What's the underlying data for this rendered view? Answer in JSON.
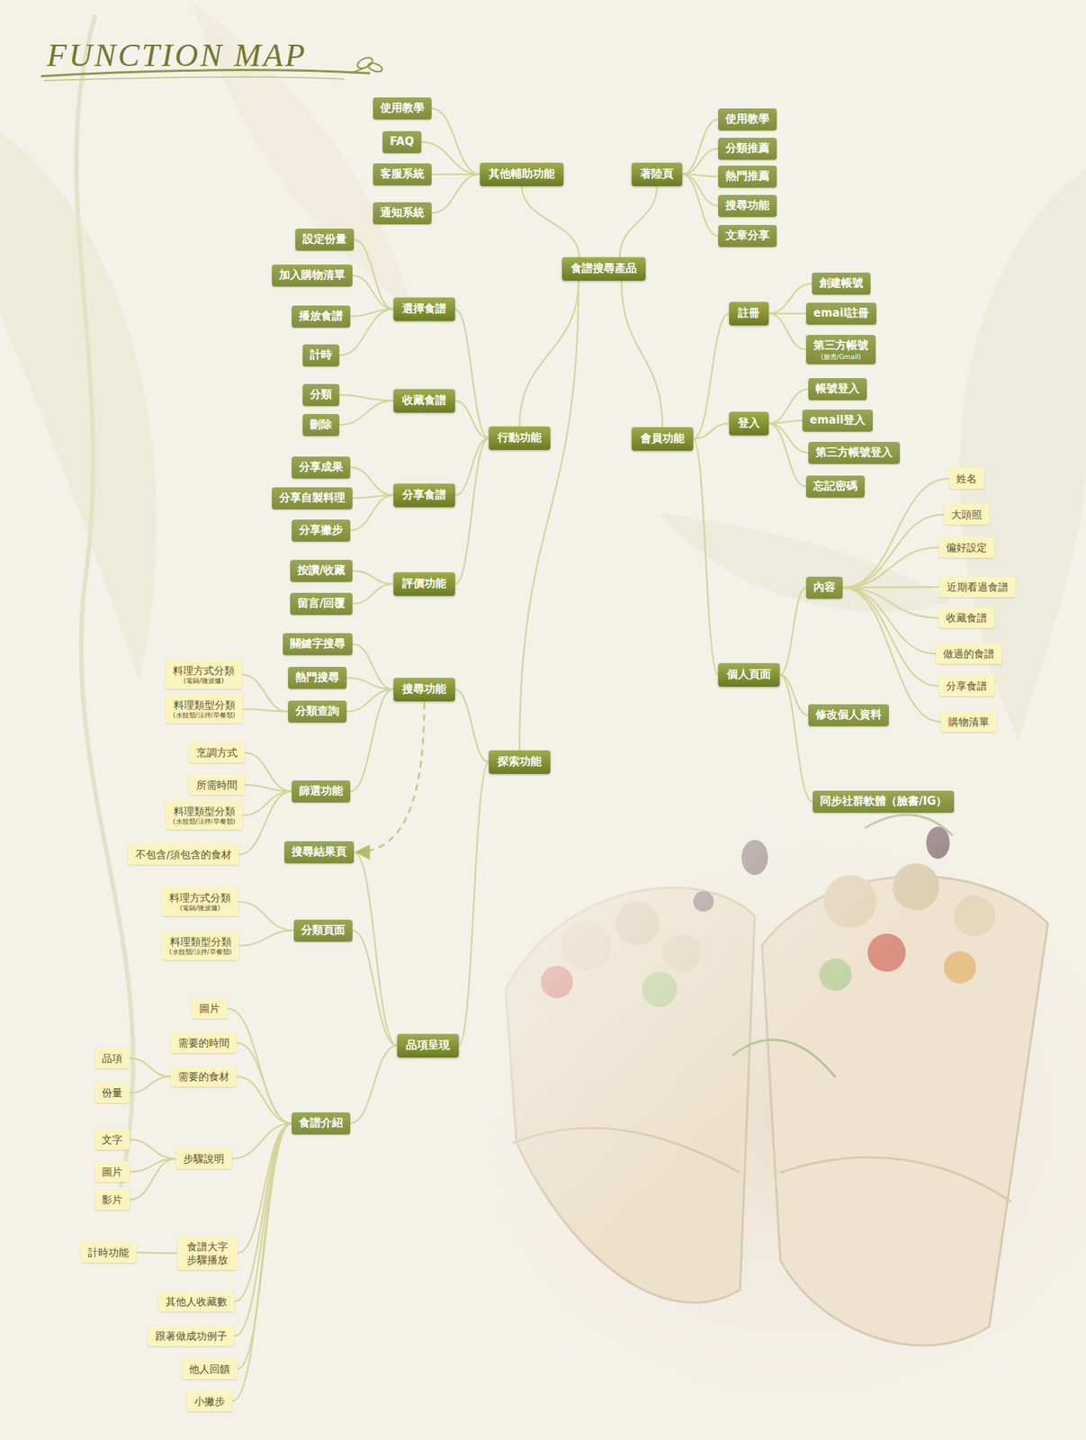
{
  "diagram": {
    "title": "FUNCTION MAP",
    "nodes": [
      {
        "text": [
          "食譜搜尋產品"
        ]
      },
      {
        "text": [
          "其他輔助功能"
        ]
      },
      {
        "text": [
          "使用教學"
        ]
      },
      {
        "text": [
          "FAQ"
        ]
      },
      {
        "text": [
          "客服系統"
        ]
      },
      {
        "text": [
          "通知系統"
        ]
      },
      {
        "text": [
          "著陸頁"
        ]
      },
      {
        "text": [
          "使用教學"
        ]
      },
      {
        "text": [
          "分類推薦"
        ]
      },
      {
        "text": [
          "熱門推薦"
        ]
      },
      {
        "text": [
          "搜尋功能"
        ]
      },
      {
        "text": [
          "文章分享"
        ]
      },
      {
        "text": [
          "行動功能"
        ]
      },
      {
        "text": [
          "選擇食譜"
        ]
      },
      {
        "text": [
          "設定份量"
        ]
      },
      {
        "text": [
          "加入購物清單"
        ]
      },
      {
        "text": [
          "播放食譜"
        ]
      },
      {
        "text": [
          "計時"
        ]
      },
      {
        "text": [
          "收藏食譜"
        ]
      },
      {
        "text": [
          "分類"
        ]
      },
      {
        "text": [
          "刪除"
        ]
      },
      {
        "text": [
          "分享食譜"
        ]
      },
      {
        "text": [
          "分享成果"
        ]
      },
      {
        "text": [
          "分享自製料理"
        ]
      },
      {
        "text": [
          "分享撇步"
        ]
      },
      {
        "text": [
          "評價功能"
        ]
      },
      {
        "text": [
          "按讚/收藏"
        ]
      },
      {
        "text": [
          "留言/回覆"
        ]
      },
      {
        "text": [
          "會員功能"
        ]
      },
      {
        "text": [
          "註冊"
        ]
      },
      {
        "text": [
          "創建帳號"
        ]
      },
      {
        "text": [
          "email註冊"
        ]
      },
      {
        "text": [
          "第三方帳號",
          "(臉書/Gmail)"
        ]
      },
      {
        "text": [
          "登入"
        ]
      },
      {
        "text": [
          "帳號登入"
        ]
      },
      {
        "text": [
          "email登入"
        ]
      },
      {
        "text": [
          "第三方帳號登入"
        ]
      },
      {
        "text": [
          "忘記密碼"
        ]
      },
      {
        "text": [
          "個人頁面"
        ]
      },
      {
        "text": [
          "內容"
        ]
      },
      {
        "text": [
          "姓名"
        ]
      },
      {
        "text": [
          "大頭照"
        ]
      },
      {
        "text": [
          "偏好設定"
        ]
      },
      {
        "text": [
          "近期看過食譜"
        ]
      },
      {
        "text": [
          "收藏食譜"
        ]
      },
      {
        "text": [
          "做過的食譜"
        ]
      },
      {
        "text": [
          "分享食譜"
        ]
      },
      {
        "text": [
          "購物清單"
        ]
      },
      {
        "text": [
          "修改個人資料"
        ]
      },
      {
        "text": [
          "同步社群軟體（臉書/IG）"
        ]
      },
      {
        "text": [
          "探索功能"
        ]
      },
      {
        "text": [
          "搜尋功能"
        ]
      },
      {
        "text": [
          "關鍵字搜尋"
        ]
      },
      {
        "text": [
          "熱門搜尋"
        ]
      },
      {
        "text": [
          "分類查詢"
        ]
      },
      {
        "text": [
          "料理方式分類",
          "(電鍋/微波爐)"
        ]
      },
      {
        "text": [
          "料理類型分類",
          "(水餃類/涼拌/早餐類)"
        ]
      },
      {
        "text": [
          "篩選功能"
        ]
      },
      {
        "text": [
          "烹調方式"
        ]
      },
      {
        "text": [
          "所需時間"
        ]
      },
      {
        "text": [
          "料理類型分類",
          "(水餃類/涼拌/早餐類)"
        ]
      },
      {
        "text": [
          "不包含/須包含的食材"
        ]
      },
      {
        "text": [
          "品項呈現"
        ]
      },
      {
        "text": [
          "搜尋結果頁"
        ]
      },
      {
        "text": [
          "分類頁面"
        ]
      },
      {
        "text": [
          "料理方式分類",
          "(電鍋/微波爐)"
        ]
      },
      {
        "text": [
          "料理類型分類",
          "(水餃類/涼拌/早餐類)"
        ]
      },
      {
        "text": [
          "食譜介紹"
        ]
      },
      {
        "text": [
          "圖片"
        ]
      },
      {
        "text": [
          "需要的時間"
        ]
      },
      {
        "text": [
          "需要的食材"
        ]
      },
      {
        "text": [
          "品項"
        ]
      },
      {
        "text": [
          "份量"
        ]
      },
      {
        "text": [
          "步驟說明"
        ]
      },
      {
        "text": [
          "文字"
        ]
      },
      {
        "text": [
          "圖片"
        ]
      },
      {
        "text": [
          "影片"
        ]
      },
      {
        "text": [
          "食譜大字 步驟播放"
        ]
      },
      {
        "text": [
          "計時功能"
        ]
      },
      {
        "text": [
          "其他人收藏數"
        ]
      },
      {
        "text": [
          "跟著做成功例子"
        ]
      },
      {
        "text": [
          "他人回饋"
        ]
      },
      {
        "text": [
          "小撇步"
        ]
      }
    ],
    "edges": [
      {
        "from": 0,
        "to": 1,
        "arrow": "none"
      },
      {
        "from": 1,
        "to": 2,
        "arrow": "none"
      },
      {
        "from": 1,
        "to": 3,
        "arrow": "none"
      },
      {
        "from": 1,
        "to": 4,
        "arrow": "none"
      },
      {
        "from": 1,
        "to": 5,
        "arrow": "none"
      },
      {
        "from": 0,
        "to": 6,
        "arrow": "none"
      },
      {
        "from": 6,
        "to": 7,
        "arrow": "none"
      },
      {
        "from": 6,
        "to": 8,
        "arrow": "none"
      },
      {
        "from": 6,
        "to": 9,
        "arrow": "none"
      },
      {
        "from": 6,
        "to": 10,
        "arrow": "none"
      },
      {
        "from": 6,
        "to": 11,
        "arrow": "none"
      },
      {
        "from": 0,
        "to": 12,
        "arrow": "none"
      },
      {
        "from": 12,
        "to": 13,
        "arrow": "none"
      },
      {
        "from": 13,
        "to": 14,
        "arrow": "none"
      },
      {
        "from": 13,
        "to": 15,
        "arrow": "none"
      },
      {
        "from": 13,
        "to": 16,
        "arrow": "none"
      },
      {
        "from": 13,
        "to": 17,
        "arrow": "none"
      },
      {
        "from": 12,
        "to": 18,
        "arrow": "none"
      },
      {
        "from": 18,
        "to": 19,
        "arrow": "none"
      },
      {
        "from": 18,
        "to": 20,
        "arrow": "none"
      },
      {
        "from": 12,
        "to": 21,
        "arrow": "none"
      },
      {
        "from": 21,
        "to": 22,
        "arrow": "none"
      },
      {
        "from": 21,
        "to": 23,
        "arrow": "none"
      },
      {
        "from": 21,
        "to": 24,
        "arrow": "none"
      },
      {
        "from": 12,
        "to": 25,
        "arrow": "none"
      },
      {
        "from": 25,
        "to": 26,
        "arrow": "none"
      },
      {
        "from": 25,
        "to": 27,
        "arrow": "none"
      },
      {
        "from": 0,
        "to": 28,
        "arrow": "none"
      },
      {
        "from": 28,
        "to": 29,
        "arrow": "none"
      },
      {
        "from": 29,
        "to": 30,
        "arrow": "none"
      },
      {
        "from": 29,
        "to": 31,
        "arrow": "none"
      },
      {
        "from": 29,
        "to": 32,
        "arrow": "none"
      },
      {
        "from": 28,
        "to": 33,
        "arrow": "none"
      },
      {
        "from": 33,
        "to": 34,
        "arrow": "none"
      },
      {
        "from": 33,
        "to": 35,
        "arrow": "none"
      },
      {
        "from": 33,
        "to": 36,
        "arrow": "none"
      },
      {
        "from": 33,
        "to": 37,
        "arrow": "none"
      },
      {
        "from": 28,
        "to": 38,
        "arrow": "none"
      },
      {
        "from": 38,
        "to": 39,
        "arrow": "none"
      },
      {
        "from": 39,
        "to": 40,
        "arrow": "none"
      },
      {
        "from": 39,
        "to": 41,
        "arrow": "none"
      },
      {
        "from": 39,
        "to": 42,
        "arrow": "none"
      },
      {
        "from": 39,
        "to": 43,
        "arrow": "none"
      },
      {
        "from": 39,
        "to": 44,
        "arrow": "none"
      },
      {
        "from": 39,
        "to": 45,
        "arrow": "none"
      },
      {
        "from": 39,
        "to": 46,
        "arrow": "none"
      },
      {
        "from": 39,
        "to": 47,
        "arrow": "none"
      },
      {
        "from": 38,
        "to": 48,
        "arrow": "none"
      },
      {
        "from": 38,
        "to": 49,
        "arrow": "none"
      },
      {
        "from": 0,
        "to": 50,
        "arrow": "none"
      },
      {
        "from": 50,
        "to": 51,
        "arrow": "none"
      },
      {
        "from": 51,
        "to": 52,
        "arrow": "none"
      },
      {
        "from": 51,
        "to": 53,
        "arrow": "none"
      },
      {
        "from": 51,
        "to": 54,
        "arrow": "none"
      },
      {
        "from": 54,
        "to": 55,
        "arrow": "none"
      },
      {
        "from": 54,
        "to": 56,
        "arrow": "none"
      },
      {
        "from": 51,
        "to": 57,
        "arrow": "none"
      },
      {
        "from": 57,
        "to": 58,
        "arrow": "none"
      },
      {
        "from": 57,
        "to": 59,
        "arrow": "none"
      },
      {
        "from": 57,
        "to": 60,
        "arrow": "none"
      },
      {
        "from": 57,
        "to": 61,
        "arrow": "none"
      },
      {
        "from": 51,
        "to": 63,
        "arrow": "to"
      },
      {
        "from": 50,
        "to": 62,
        "arrow": "none"
      },
      {
        "from": 62,
        "to": 63,
        "arrow": "none"
      },
      {
        "from": 62,
        "to": 64,
        "arrow": "none"
      },
      {
        "from": 64,
        "to": 65,
        "arrow": "none"
      },
      {
        "from": 64,
        "to": 66,
        "arrow": "none"
      },
      {
        "from": 62,
        "to": 67,
        "arrow": "none"
      },
      {
        "from": 67,
        "to": 68,
        "arrow": "none"
      },
      {
        "from": 67,
        "to": 69,
        "arrow": "none"
      },
      {
        "from": 67,
        "to": 70,
        "arrow": "none"
      },
      {
        "from": 70,
        "to": 71,
        "arrow": "none"
      },
      {
        "from": 70,
        "to": 72,
        "arrow": "none"
      },
      {
        "from": 67,
        "to": 73,
        "arrow": "none"
      },
      {
        "from": 73,
        "to": 74,
        "arrow": "none"
      },
      {
        "from": 73,
        "to": 75,
        "arrow": "none"
      },
      {
        "from": 73,
        "to": 76,
        "arrow": "none"
      },
      {
        "from": 67,
        "to": 77,
        "arrow": "none"
      },
      {
        "from": 77,
        "to": 78,
        "arrow": "none"
      },
      {
        "from": 67,
        "to": 79,
        "arrow": "none"
      },
      {
        "from": 67,
        "to": 80,
        "arrow": "none"
      },
      {
        "from": 67,
        "to": 81,
        "arrow": "none"
      },
      {
        "from": 67,
        "to": 82,
        "arrow": "none"
      }
    ]
  }
}
